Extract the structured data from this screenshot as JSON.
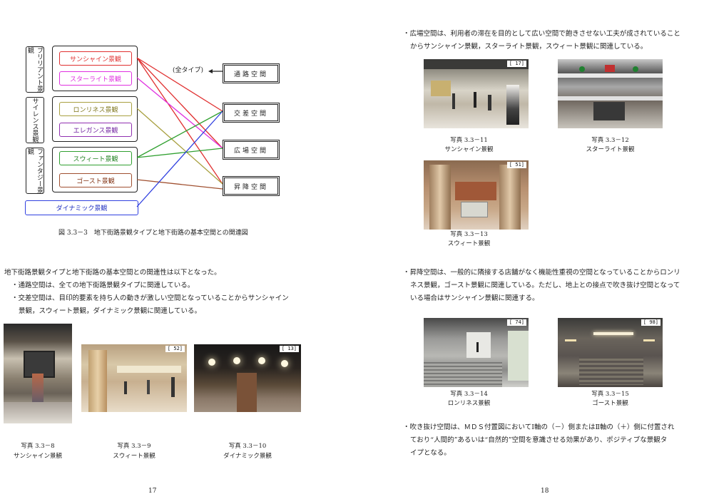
{
  "left_page": {
    "diagram": {
      "groups": [
        {
          "label": "ブリリアント景観"
        },
        {
          "label": "サイレンス景観"
        },
        {
          "label": "ファンタジー景観"
        }
      ],
      "types": [
        {
          "label": "サンシャイン景観",
          "color": "#e03030"
        },
        {
          "label": "スターライト景観",
          "color": "#e030e0"
        },
        {
          "label": "ロンリネス景観",
          "color": "#a8a040"
        },
        {
          "label": "エレガンス景観",
          "color": "#9030b0"
        },
        {
          "label": "スウィート景観",
          "color": "#30a030"
        },
        {
          "label": "ゴースト景観",
          "color": "#a05030"
        },
        {
          "label": "ダイナミック景観",
          "color": "#3040e0"
        }
      ],
      "spaces": [
        "通路空間",
        "交差空間",
        "広場空間",
        "昇降空間"
      ],
      "all_types_label": "(全タイプ)",
      "caption": "図 3.3－3　地下街路景観タイプと地下街路の基本空間との関連図"
    },
    "body": [
      "地下街路景観タイプと地下街路の基本空間との関連性は以下となった。",
      "・通路空間は、全ての地下街路景観タイプに関連している。",
      "・交差空間は、目印的要素を持ち人の動きが激しい空間となっていることからサンシャイン",
      "景観，スウィート景観，ダイナミック景観に関連している。"
    ],
    "photos": [
      {
        "tag": "",
        "caption1": "写真 3.3－8",
        "caption2": "サンシャイン景観"
      },
      {
        "tag": "[ 52]",
        "caption1": "写真 3.3－9",
        "caption2": "スウィート景観"
      },
      {
        "tag": "[ 13]",
        "caption1": "写真 3.3－10",
        "caption2": "ダイナミック景観"
      }
    ],
    "page_number": "17"
  },
  "right_page": {
    "para1": [
      "・広場空間は、利用者の滞在を目的として広い空間で飽きさせない工夫が成されていること",
      "からサンシャイン景観，スターライト景観，スウィート景観に関連している。"
    ],
    "photos_top": [
      {
        "tag": "[ 17]",
        "caption1": "写真 3.3－11",
        "caption2": "サンシャイン景観"
      },
      {
        "tag": "",
        "caption1": "写真 3.3－12",
        "caption2": "スターライト景観"
      },
      {
        "tag": "[ 51]",
        "caption1": "写真 3.3－13",
        "caption2": "スウィート景観"
      }
    ],
    "para2": [
      "・昇降空間は、一般的に隣接する店舗がなく機能性重視の空間となっていることからロンリ",
      "ネス景観，ゴースト景観に関連している。ただし、地上との接点で吹き抜け空間となって",
      "いる場合はサンシャイン景観に関連する。"
    ],
    "photos_bottom": [
      {
        "tag": "[ 74]",
        "caption1": "写真 3.3－14",
        "caption2": "ロンリネス景観"
      },
      {
        "tag": "[ 98]",
        "caption1": "写真 3.3－15",
        "caption2": "ゴースト景観"
      }
    ],
    "para3": [
      "・吹き抜け空間は、ＭＤＳ付置図においてⅠ軸の（－）側またはⅡ軸の（＋）側に付置され",
      "ており“人間的”あるいは“自然的”空間を意識させる効果があり、ポジティブな景観タ",
      "イプとなる。"
    ],
    "page_number": "18"
  }
}
